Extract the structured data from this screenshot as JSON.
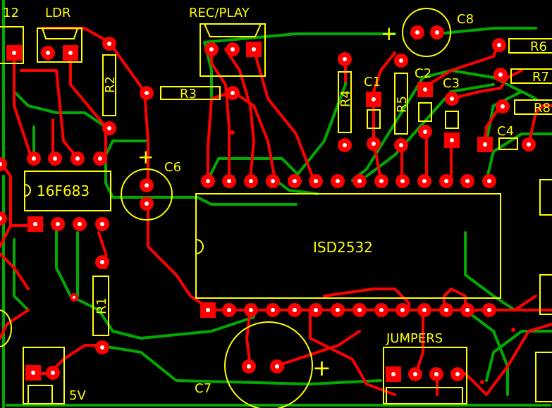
{
  "board": {
    "labels": {
      "j12": "12",
      "ldr": "LDR",
      "recplay": "REC/PLAY",
      "c8": "C8",
      "r6": "R6",
      "r7": "R7",
      "r8": "R8",
      "c4": "C4",
      "r2": "R2",
      "r3": "R3",
      "r4": "R4",
      "r5": "R5",
      "c1": "C1",
      "c2": "C2",
      "c3": "C3",
      "c6": "C6",
      "mcu": "16F683",
      "isd": "ISD2532",
      "r1": "R1",
      "jumpers": "JUMPERS",
      "c7": "C7",
      "pwr": "5V",
      "plus": "+"
    },
    "colors": {
      "background": "#000000",
      "top_copper": "#ff0000",
      "bottom_copper": "#00aa00",
      "silkscreen": "#ffff00",
      "drill": "#ffffff"
    }
  }
}
